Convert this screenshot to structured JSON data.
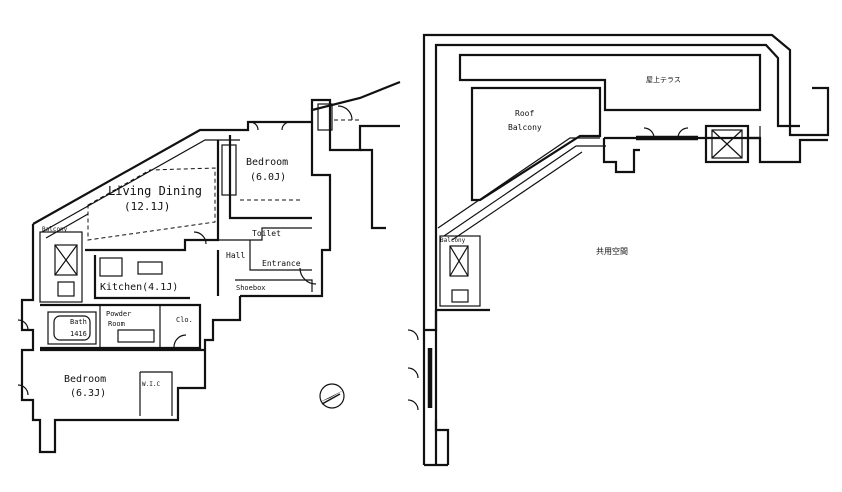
{
  "left_unit": {
    "rooms": {
      "living": "Living Dining",
      "living_area": "(12.1J)",
      "bedroom1": "Bedroom",
      "bedroom1_area": "(6.0J)",
      "kitchen": "Kitchen(4.1J)",
      "bedroom2": "Bedroom",
      "bedroom2_area": "(6.3J)",
      "toilet": "Toilet",
      "hall": "Hall",
      "entrance": "Entrance",
      "shoebox": "Shoebox",
      "bath": "Bath",
      "bath_size": "1416",
      "powder_room": "Powder",
      "powder_room2": "Room",
      "closet": "Clo.",
      "wic": "W.I.C",
      "balcony": "Balcony"
    }
  },
  "right_unit": {
    "roof_balcony": "Roof",
    "roof_balcony2": "Balcony",
    "top_label": "屋上テラス",
    "open_label": "共用空間",
    "balcony": "Balcony"
  },
  "north_symbol": "north-arrow-icon"
}
